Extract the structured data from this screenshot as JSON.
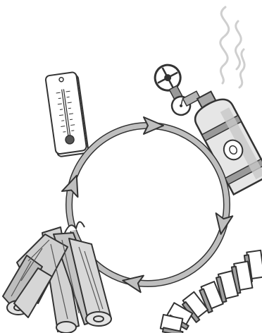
{
  "diagram": {
    "type": "cycle",
    "arrow_count": 4,
    "direction": "clockwise",
    "components": [
      {
        "id": "thermometer",
        "icon": "thermometer-icon"
      },
      {
        "id": "gas-cylinder",
        "icon": "gas-cylinder-icon"
      },
      {
        "id": "dominoes",
        "icon": "dominoes-icon"
      },
      {
        "id": "campfire",
        "icon": "campfire-icon"
      }
    ]
  },
  "colors": {
    "ring_fill": "#bfbfbf",
    "outline": "#333333",
    "cylinder_light": "#e6e6e6",
    "cylinder_dark": "#9a9a9a",
    "log": "#d2d2d2",
    "smoke": "#cfcfcf"
  }
}
